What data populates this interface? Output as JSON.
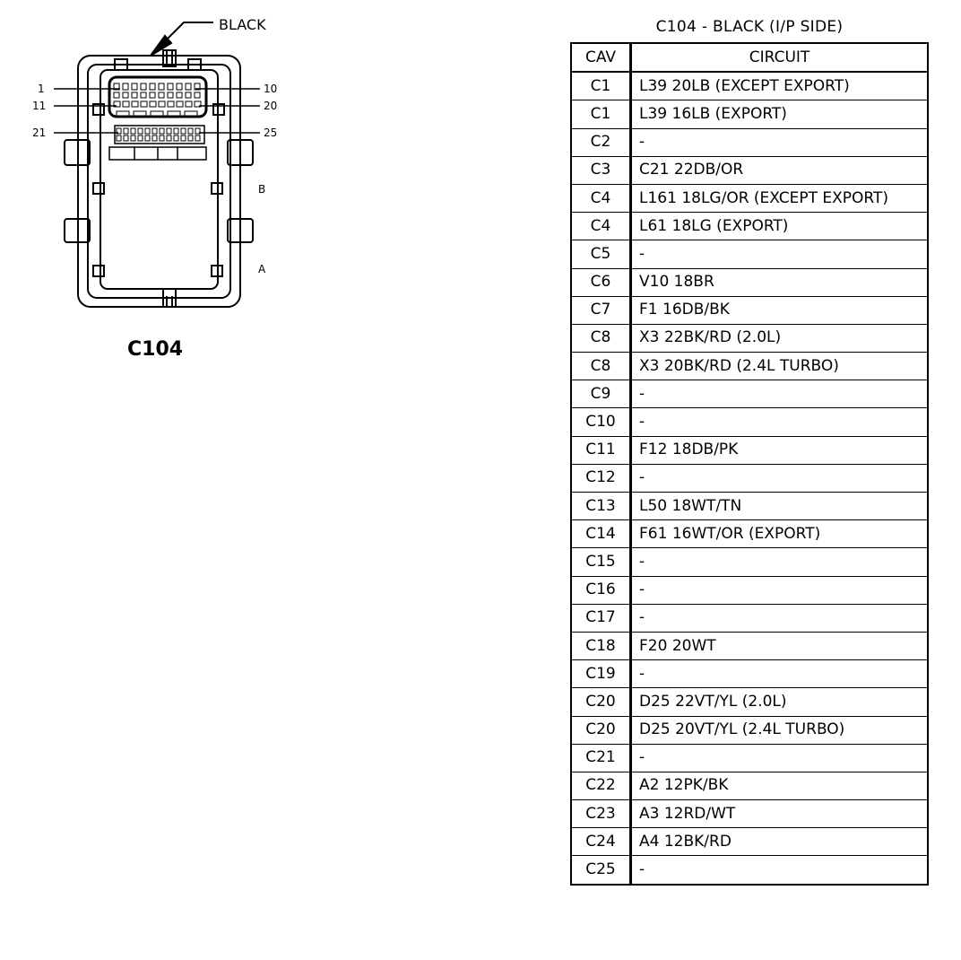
{
  "figure": {
    "color_label": "BLACK",
    "connector_name": "C104",
    "pin_labels": {
      "p1": "1",
      "p10": "10",
      "p11": "11",
      "p20": "20",
      "p21": "21",
      "p25": "25"
    },
    "side_labels": {
      "a": "A",
      "b": "B"
    }
  },
  "table": {
    "title": "C104 - BLACK (I/P SIDE)",
    "headers": {
      "cav": "CAV",
      "circuit": "CIRCUIT"
    },
    "rows": [
      {
        "cav": "C1",
        "circuit": "L39 20LB (EXCEPT EXPORT)"
      },
      {
        "cav": "C1",
        "circuit": "L39 16LB (EXPORT)"
      },
      {
        "cav": "C2",
        "circuit": "-"
      },
      {
        "cav": "C3",
        "circuit": "C21 22DB/OR"
      },
      {
        "cav": "C4",
        "circuit": "L161 18LG/OR (EXCEPT EXPORT)"
      },
      {
        "cav": "C4",
        "circuit": "L61 18LG (EXPORT)"
      },
      {
        "cav": "C5",
        "circuit": "-"
      },
      {
        "cav": "C6",
        "circuit": "V10 18BR"
      },
      {
        "cav": "C7",
        "circuit": "F1 16DB/BK"
      },
      {
        "cav": "C8",
        "circuit": "X3 22BK/RD (2.0L)"
      },
      {
        "cav": "C8",
        "circuit": "X3 20BK/RD (2.4L TURBO)"
      },
      {
        "cav": "C9",
        "circuit": "-"
      },
      {
        "cav": "C10",
        "circuit": "-"
      },
      {
        "cav": "C11",
        "circuit": "F12 18DB/PK"
      },
      {
        "cav": "C12",
        "circuit": "-"
      },
      {
        "cav": "C13",
        "circuit": "L50 18WT/TN"
      },
      {
        "cav": "C14",
        "circuit": "F61 16WT/OR (EXPORT)"
      },
      {
        "cav": "C15",
        "circuit": "-"
      },
      {
        "cav": "C16",
        "circuit": "-"
      },
      {
        "cav": "C17",
        "circuit": "-"
      },
      {
        "cav": "C18",
        "circuit": "F20 20WT"
      },
      {
        "cav": "C19",
        "circuit": "-"
      },
      {
        "cav": "C20",
        "circuit": "D25 22VT/YL (2.0L)"
      },
      {
        "cav": "C20",
        "circuit": "D25 20VT/YL (2.4L TURBO)"
      },
      {
        "cav": "C21",
        "circuit": "-"
      },
      {
        "cav": "C22",
        "circuit": "A2 12PK/BK"
      },
      {
        "cav": "C23",
        "circuit": "A3 12RD/WT"
      },
      {
        "cav": "C24",
        "circuit": "A4 12BK/RD"
      },
      {
        "cav": "C25",
        "circuit": "-"
      }
    ]
  }
}
